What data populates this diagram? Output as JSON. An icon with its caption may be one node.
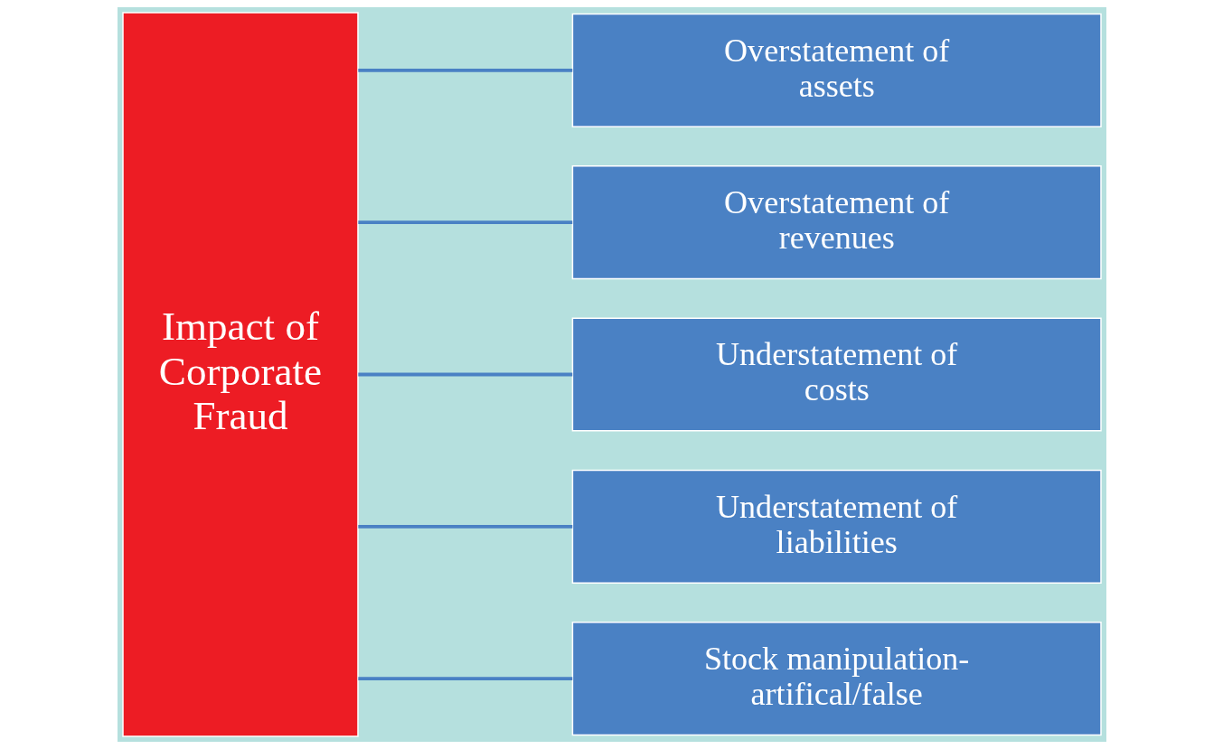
{
  "diagram": {
    "nodes": [
      {
        "text": [
          "Impact of Corporate Fraud"
        ]
      },
      {
        "text": [
          "Overstatement of assets"
        ]
      },
      {
        "text": [
          "Overstatement of revenues"
        ]
      },
      {
        "text": [
          "Understatement of costs"
        ]
      },
      {
        "text": [
          "Understatement of liabilities"
        ]
      },
      {
        "text": [
          "Stock manipulation- artifical/false"
        ]
      }
    ],
    "edges": [
      {
        "from": 0,
        "to": 1,
        "arrow": "none"
      },
      {
        "from": 0,
        "to": 2,
        "arrow": "none"
      },
      {
        "from": 0,
        "to": 3,
        "arrow": "none"
      },
      {
        "from": 0,
        "to": 4,
        "arrow": "none"
      },
      {
        "from": 0,
        "to": 5,
        "arrow": "none"
      }
    ]
  }
}
